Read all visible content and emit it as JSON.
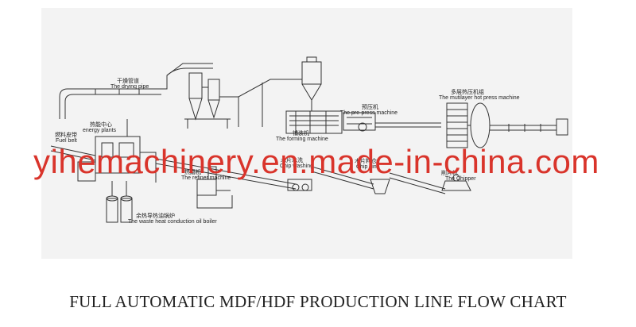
{
  "labels": {
    "drying_pipe_cn": "干燥管道",
    "drying_pipe_en": "The drying pipe",
    "fuel_belt_cn": "燃料皮带",
    "fuel_belt_en": "Fuel belt",
    "energy_plant_cn": "热能中心",
    "energy_plant_en": "energy plants",
    "refiner_cn": "热磨机",
    "refiner_en": "The refiner machine",
    "boiler_cn": "余热导热油锅炉",
    "boiler_en": "The waste heat conduction oil boiler",
    "forming_cn": "铺装机",
    "forming_en": "The forming machine",
    "chip_washing_cn": "木片水洗",
    "chip_washing_en": "Chip washing",
    "prepress_cn": "预压机",
    "prepress_en": "The pre-press machine",
    "chip_bin_cn": "木片料仓",
    "chip_bin_en": "Chip bin",
    "hot_press_cn": "多层热压机组",
    "hot_press_en": "The mutilayer hot press machine",
    "chipper_cn": "削片机",
    "chipper_en": "The Chipper"
  },
  "watermark": "yihemachinery.en.made-in-china.com",
  "caption": "FULL AUTOMATIC MDF/HDF PRODUCTION LINE FLOW CHART"
}
